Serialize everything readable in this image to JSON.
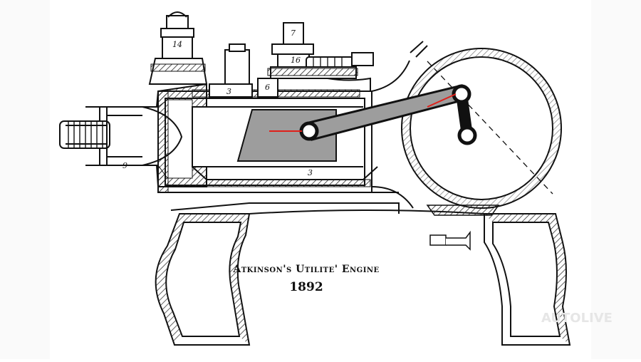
{
  "diagram": {
    "title": "Atkinson's Utilite' Engine",
    "year": "1892",
    "part_numbers": [
      "14",
      "7",
      "16",
      "3",
      "6",
      "3",
      "9"
    ],
    "colors": {
      "ink": "#111111",
      "piston": "#9d9d9d",
      "crank": "#111111",
      "motion": "#e0201a"
    }
  },
  "watermark": "AUTOLIVE"
}
